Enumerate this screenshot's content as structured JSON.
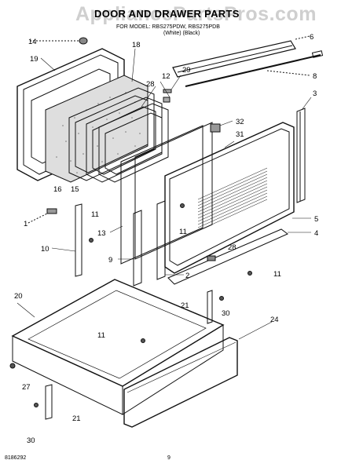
{
  "header": {
    "watermark": "AppliancePartsPros.com",
    "title": "DOOR AND DRAWER PARTS",
    "subtitle": "FOR MODEL: RBS275PDW, RBS275PDB",
    "subtitle2": "(White)     (Black)"
  },
  "footer": {
    "code": "8186292",
    "page": "9"
  },
  "callouts": [
    {
      "id": "c14",
      "text": "14"
    },
    {
      "id": "c6",
      "text": "6"
    },
    {
      "id": "c19",
      "text": "19"
    },
    {
      "id": "c18",
      "text": "18"
    },
    {
      "id": "c8",
      "text": "8"
    },
    {
      "id": "c29",
      "text": "29"
    },
    {
      "id": "c12",
      "text": "12"
    },
    {
      "id": "c28a",
      "text": "28"
    },
    {
      "id": "c3",
      "text": "3"
    },
    {
      "id": "c32",
      "text": "32"
    },
    {
      "id": "c31",
      "text": "31"
    },
    {
      "id": "c16",
      "text": "16"
    },
    {
      "id": "c15",
      "text": "15"
    },
    {
      "id": "c11a",
      "text": "11"
    },
    {
      "id": "c1",
      "text": "1"
    },
    {
      "id": "c13",
      "text": "13"
    },
    {
      "id": "c11b",
      "text": "11"
    },
    {
      "id": "c5",
      "text": "5"
    },
    {
      "id": "c4",
      "text": "4"
    },
    {
      "id": "c10",
      "text": "10"
    },
    {
      "id": "c28b",
      "text": "28"
    },
    {
      "id": "c9",
      "text": "9"
    },
    {
      "id": "c2",
      "text": "2"
    },
    {
      "id": "c11c",
      "text": "11"
    },
    {
      "id": "c20",
      "text": "20"
    },
    {
      "id": "c21a",
      "text": "21"
    },
    {
      "id": "c30a",
      "text": "30"
    },
    {
      "id": "c24",
      "text": "24"
    },
    {
      "id": "c11d",
      "text": "11"
    },
    {
      "id": "c27",
      "text": "27"
    },
    {
      "id": "c21b",
      "text": "21"
    },
    {
      "id": "c30b",
      "text": "30"
    }
  ]
}
